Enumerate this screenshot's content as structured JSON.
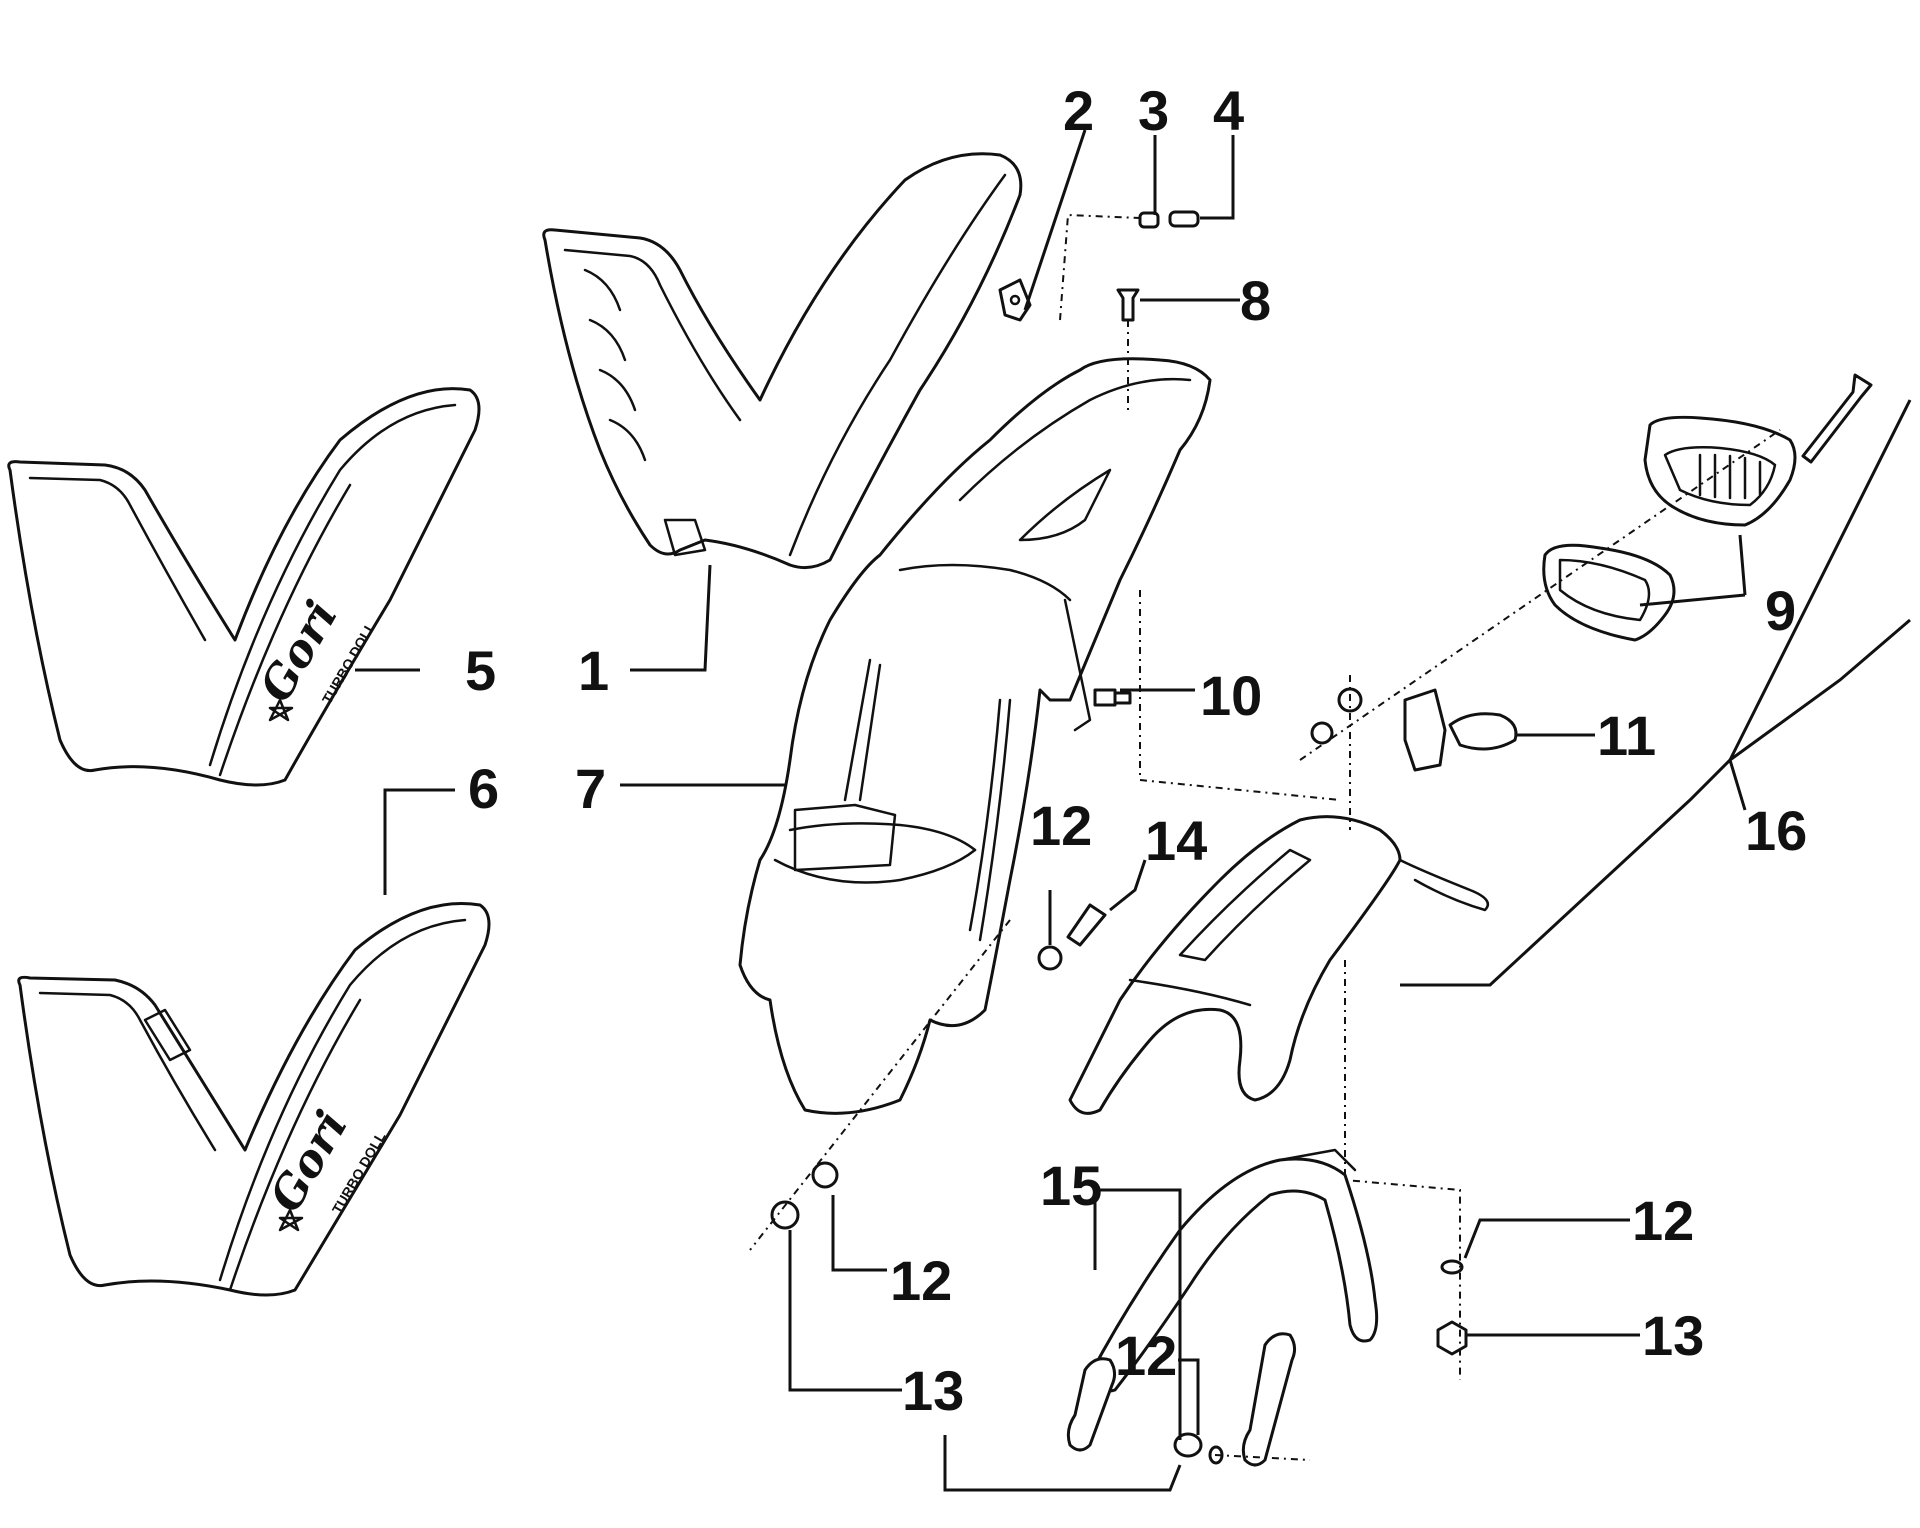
{
  "callouts": {
    "c1": "1",
    "c2": "2",
    "c3": "3",
    "c4": "4",
    "c5": "5",
    "c6": "6",
    "c7": "7",
    "c8": "8",
    "c9": "9",
    "c10": "10",
    "c11": "11",
    "c12a": "12",
    "c12b": "12",
    "c12c": "12",
    "c12d": "12",
    "c13a": "13",
    "c13b": "13",
    "c14": "14",
    "c15": "15",
    "c16": "16"
  },
  "decals": {
    "brand": "Gori",
    "model": "TURBO DOLL"
  }
}
